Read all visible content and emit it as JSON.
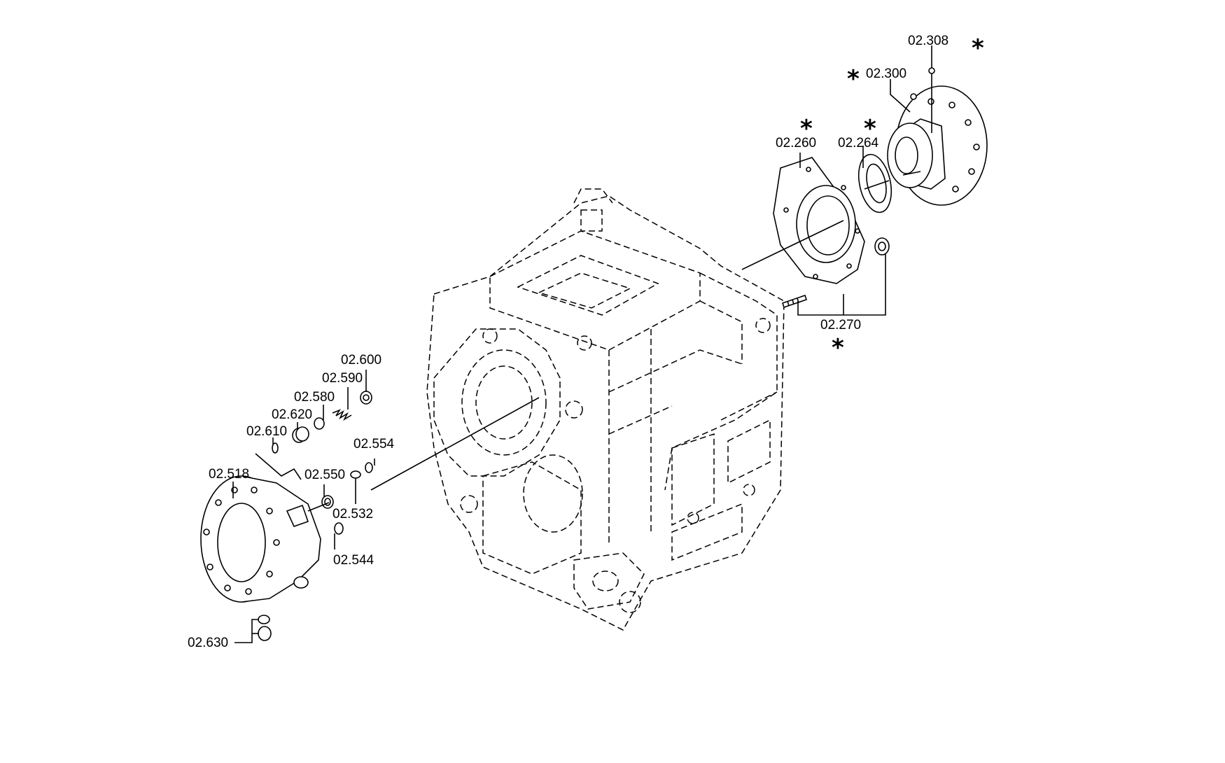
{
  "labels": {
    "p02_308": "02.308",
    "p02_300": "02.300",
    "p02_260": "02.260",
    "p02_264": "02.264",
    "p02_270": "02.270",
    "p02_600": "02.600",
    "p02_590": "02.590",
    "p02_580": "02.580",
    "p02_620": "02.620",
    "p02_610": "02.610",
    "p02_554": "02.554",
    "p02_550": "02.550",
    "p02_532": "02.532",
    "p02_518": "02.518",
    "p02_544": "02.544",
    "p02_630": "02.630"
  },
  "asterisk": "*"
}
